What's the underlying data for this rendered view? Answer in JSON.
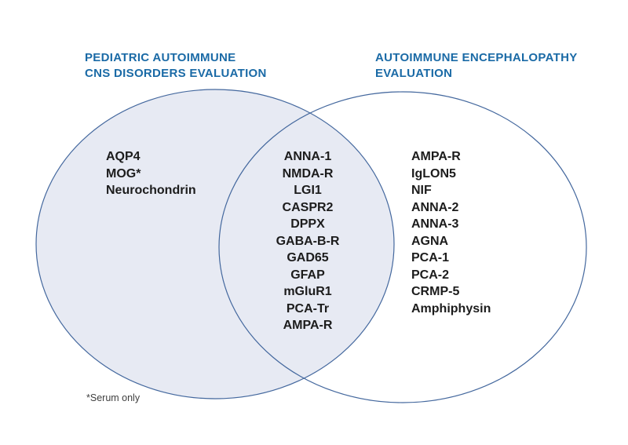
{
  "diagram": {
    "type": "venn-diagram",
    "colors": {
      "title_blue": "#1a6aa6",
      "circle_stroke": "#44689e",
      "left_circle_fill": "#e7eaf3",
      "right_circle_fill": "transparent",
      "item_text": "#1c1c1c",
      "footnote_text": "#3f3f3f",
      "background": "#ffffff"
    },
    "left_set": {
      "title": "PEDIATRIC AUTOIMMUNE\nCNS DISORDERS EVALUATION",
      "items": [
        "AQP4",
        "MOG*",
        "Neurochondrin"
      ]
    },
    "overlap_set": {
      "items": [
        "ANNA-1",
        "NMDA-R",
        "LGI1",
        "CASPR2",
        "DPPX",
        "GABA-B-R",
        "GAD65",
        "GFAP",
        "mGluR1",
        "PCA-Tr",
        "AMPA-R"
      ]
    },
    "right_set": {
      "title": "AUTOIMMUNE ENCEPHALOPATHY\nEVALUATION",
      "items": [
        "AMPA-R",
        "IgLON5",
        "NIF",
        "ANNA-2",
        "ANNA-3",
        "AGNA",
        "PCA-1",
        "PCA-2",
        "CRMP-5",
        "Amphiphysin"
      ]
    },
    "footnote": "*Serum only"
  }
}
